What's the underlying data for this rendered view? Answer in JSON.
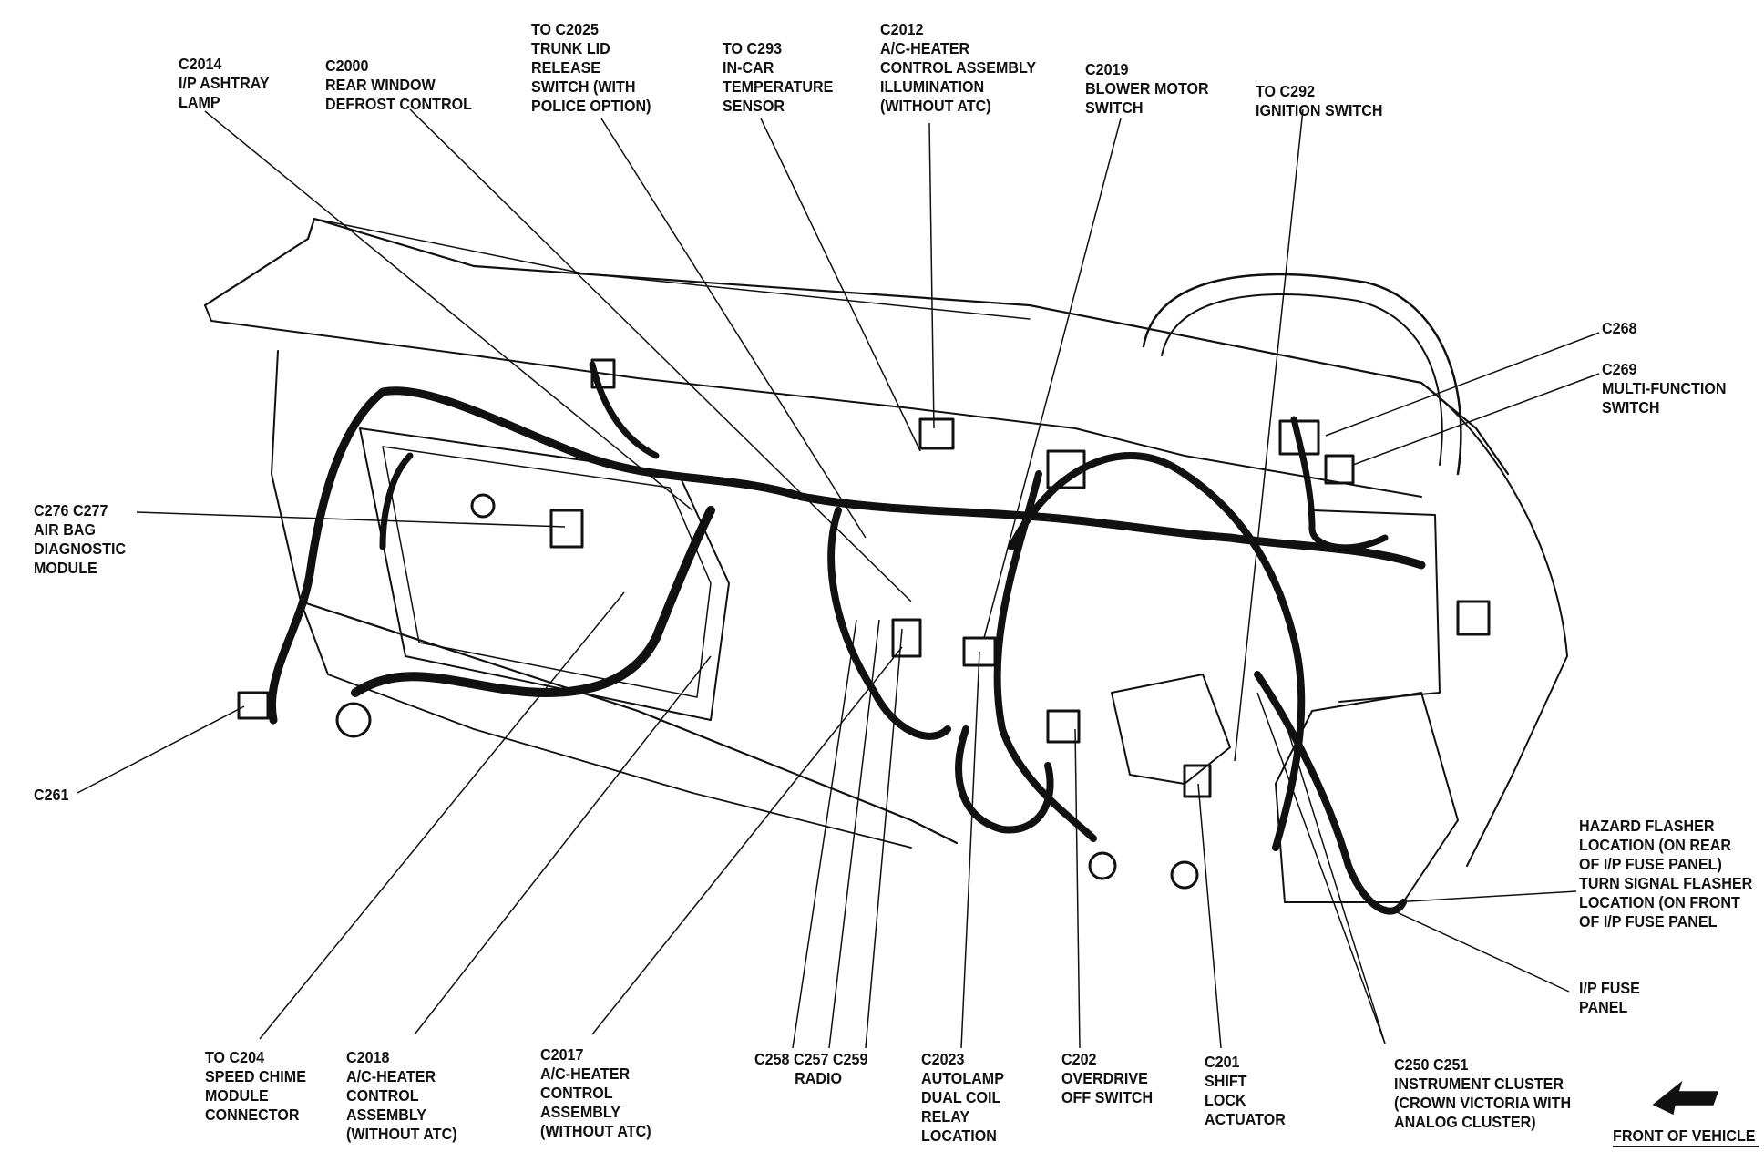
{
  "diagram": {
    "labels": [
      {
        "id": "c2014",
        "lines": [
          "C2014",
          "I/P ASHTRAY",
          "LAMP"
        ]
      },
      {
        "id": "c2000",
        "lines": [
          "C2000",
          "REAR WINDOW",
          "DEFROST CONTROL"
        ]
      },
      {
        "id": "c2025",
        "lines": [
          "TO C2025",
          "TRUNK LID",
          "RELEASE",
          "SWITCH (WITH",
          "POLICE OPTION)"
        ]
      },
      {
        "id": "c293",
        "lines": [
          "TO C293",
          "IN-CAR",
          "TEMPERATURE",
          "SENSOR"
        ]
      },
      {
        "id": "c2012",
        "lines": [
          "C2012",
          "A/C-HEATER",
          "CONTROL ASSEMBLY",
          "ILLUMINATION",
          "(WITHOUT ATC)"
        ]
      },
      {
        "id": "c2019",
        "lines": [
          "C2019",
          "BLOWER MOTOR",
          "SWITCH"
        ]
      },
      {
        "id": "c292",
        "lines": [
          "TO C292",
          "IGNITION SWITCH"
        ]
      },
      {
        "id": "c268",
        "lines": [
          "C268"
        ]
      },
      {
        "id": "c269",
        "lines": [
          "C269",
          "MULTI-FUNCTION",
          "SWITCH"
        ]
      },
      {
        "id": "c276",
        "lines": [
          "C276 C277",
          "AIR BAG",
          "DIAGNOSTIC",
          "MODULE"
        ]
      },
      {
        "id": "c261",
        "lines": [
          "C261"
        ]
      },
      {
        "id": "hazard",
        "lines": [
          "HAZARD FLASHER",
          "LOCATION (ON REAR",
          "OF I/P FUSE PANEL)",
          "TURN SIGNAL FLASHER",
          "LOCATION (ON FRONT",
          "OF I/P FUSE PANEL"
        ]
      },
      {
        "id": "fuse",
        "lines": [
          "I/P FUSE",
          "PANEL"
        ]
      },
      {
        "id": "c204",
        "lines": [
          "TO C204",
          "SPEED CHIME",
          "MODULE",
          "CONNECTOR"
        ]
      },
      {
        "id": "c2018",
        "lines": [
          "C2018",
          "A/C-HEATER",
          "CONTROL",
          "ASSEMBLY",
          "(WITHOUT ATC)"
        ]
      },
      {
        "id": "c2017",
        "lines": [
          "C2017",
          "A/C-HEATER",
          "CONTROL",
          "ASSEMBLY",
          "(WITHOUT ATC)"
        ]
      },
      {
        "id": "radio",
        "lines": [
          "C258 C257 C259",
          "RADIO"
        ]
      },
      {
        "id": "c2023",
        "lines": [
          "C2023",
          "AUTOLAMP",
          "DUAL COIL",
          "RELAY",
          "LOCATION"
        ]
      },
      {
        "id": "c202",
        "lines": [
          "C202",
          "OVERDRIVE",
          "OFF SWITCH"
        ]
      },
      {
        "id": "c201",
        "lines": [
          "C201",
          "SHIFT",
          "LOCK",
          "ACTUATOR"
        ]
      },
      {
        "id": "c250",
        "lines": [
          "C250 C251",
          "INSTRUMENT CLUSTER",
          "(CROWN VICTORIA WITH",
          "ANALOG CLUSTER)"
        ]
      }
    ],
    "front_of_vehicle": "FRONT OF VEHICLE"
  },
  "colors": {
    "ink": "#111111",
    "background": "#ffffff"
  }
}
